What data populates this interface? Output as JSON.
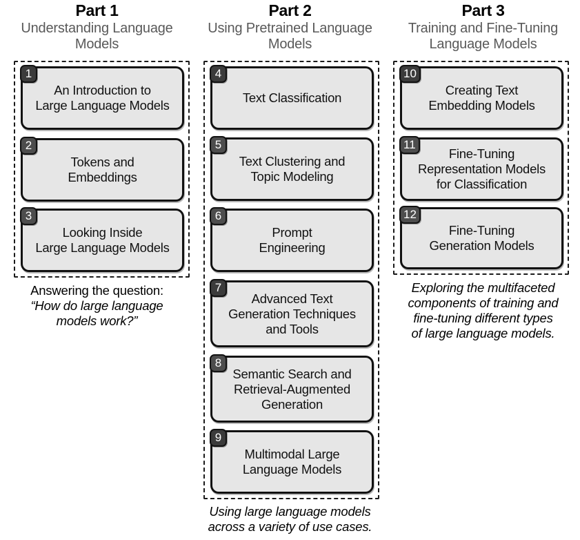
{
  "diagram": {
    "title": "Book structure overview",
    "colors": {
      "box_fill": "#e6e6e6",
      "box_border": "#111111",
      "badge_fill": "#4d4d4d",
      "subtitle_text": "#595959"
    }
  },
  "parts": [
    {
      "id": "part-1",
      "title": "Part 1",
      "subtitle": "Understanding\nLanguage Models",
      "chapters": [
        {
          "number": "1",
          "title": "An Introduction to\nLarge Language Models"
        },
        {
          "number": "2",
          "title": "Tokens and\nEmbeddings"
        },
        {
          "number": "3",
          "title": "Looking Inside\nLarge Language Models"
        }
      ],
      "caption_lead": "Answering the question:",
      "caption_quote": "“How do large language\nmodels work?”",
      "caption_italic_only": ""
    },
    {
      "id": "part-2",
      "title": "Part 2",
      "subtitle": "Using Pretrained\nLanguage Models",
      "chapters": [
        {
          "number": "4",
          "title": "Text Classification"
        },
        {
          "number": "5",
          "title": "Text Clustering and\nTopic Modeling"
        },
        {
          "number": "6",
          "title": "Prompt\nEngineering"
        },
        {
          "number": "7",
          "title": "Advanced Text\nGeneration Techniques\nand Tools"
        },
        {
          "number": "8",
          "title": "Semantic Search and\nRetrieval-Augmented\nGeneration"
        },
        {
          "number": "9",
          "title": "Multimodal Large\nLanguage Models"
        }
      ],
      "caption_lead": "",
      "caption_quote": "",
      "caption_italic_only": "Using large language models\nacross a variety of use cases."
    },
    {
      "id": "part-3",
      "title": "Part 3",
      "subtitle": "Training and Fine-Tuning\nLanguage Models",
      "chapters": [
        {
          "number": "10",
          "title": "Creating Text\nEmbedding Models"
        },
        {
          "number": "11",
          "title": "Fine-Tuning\nRepresentation Models\nfor Classification"
        },
        {
          "number": "12",
          "title": "Fine-Tuning\nGeneration Models"
        }
      ],
      "caption_lead": "",
      "caption_quote": "",
      "caption_italic_only": "Exploring the multifaceted\ncomponents of training and\nfine-tuning different types\nof large language models."
    }
  ]
}
